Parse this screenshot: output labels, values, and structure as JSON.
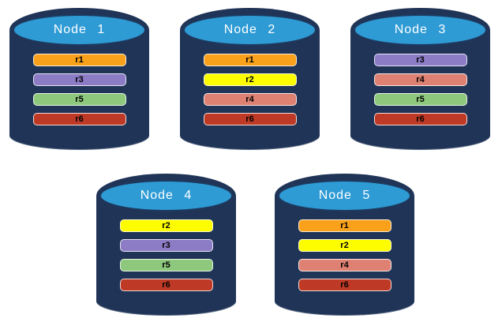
{
  "diagram": {
    "type": "database-replication-diagram",
    "background": "#FFFFFF"
  },
  "colors": {
    "cylinder_body": "#1F3457",
    "cylinder_cap": "#2E9BD5",
    "cap_outline": "#1E3A5F",
    "bar_outline": "#F2F2F2",
    "bar_text": "#000000",
    "title_text": "#FFFFFF"
  },
  "replica_palette": {
    "r1": "#F9A11B",
    "r2": "#FDFD00",
    "r3": "#8B7CC5",
    "r4": "#DE8172",
    "r5": "#8EC87D",
    "r6": "#BE3A26"
  },
  "nodes": [
    {
      "label": "Node 1",
      "replicas": [
        {
          "label": "r1",
          "color": "#F9A11B"
        },
        {
          "label": "r3",
          "color": "#8B7CC5"
        },
        {
          "label": "r5",
          "color": "#8EC87D"
        },
        {
          "label": "r6",
          "color": "#BE3A26"
        }
      ]
    },
    {
      "label": "Node 2",
      "replicas": [
        {
          "label": "r1",
          "color": "#F9A11B"
        },
        {
          "label": "r2",
          "color": "#FDFD00"
        },
        {
          "label": "r4",
          "color": "#DE8172"
        },
        {
          "label": "r6",
          "color": "#BE3A26"
        }
      ]
    },
    {
      "label": "Node 3",
      "replicas": [
        {
          "label": "r3",
          "color": "#8B7CC5"
        },
        {
          "label": "r4",
          "color": "#DE8172"
        },
        {
          "label": "r5",
          "color": "#8EC87D"
        },
        {
          "label": "r6",
          "color": "#BE3A26"
        }
      ]
    },
    {
      "label": "Node 4",
      "replicas": [
        {
          "label": "r2",
          "color": "#FDFD00"
        },
        {
          "label": "r3",
          "color": "#8B7CC5"
        },
        {
          "label": "r5",
          "color": "#8EC87D"
        },
        {
          "label": "r6",
          "color": "#BE3A26"
        }
      ]
    },
    {
      "label": "Node 5",
      "replicas": [
        {
          "label": "r1",
          "color": "#F9A11B"
        },
        {
          "label": "r2",
          "color": "#FDFD00"
        },
        {
          "label": "r4",
          "color": "#DE8172"
        },
        {
          "label": "r6",
          "color": "#BE3A26"
        }
      ]
    }
  ]
}
